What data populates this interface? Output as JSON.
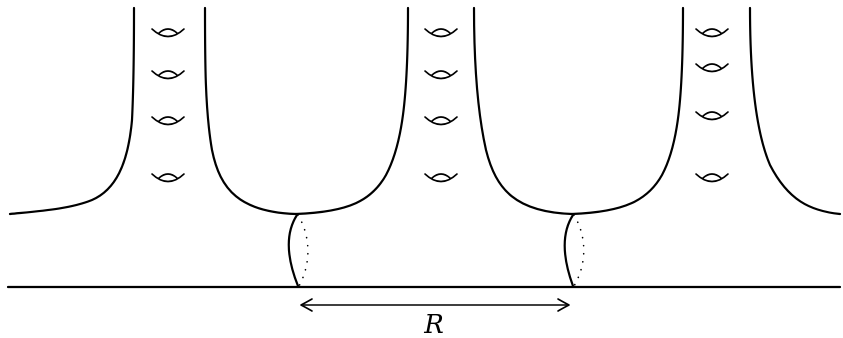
{
  "figure": {
    "period_label": "R",
    "handle_columns": 3,
    "handles_per_column": 4,
    "neck_connectors": 2,
    "colors": {
      "stroke": "#000000",
      "background": "#ffffff"
    }
  }
}
